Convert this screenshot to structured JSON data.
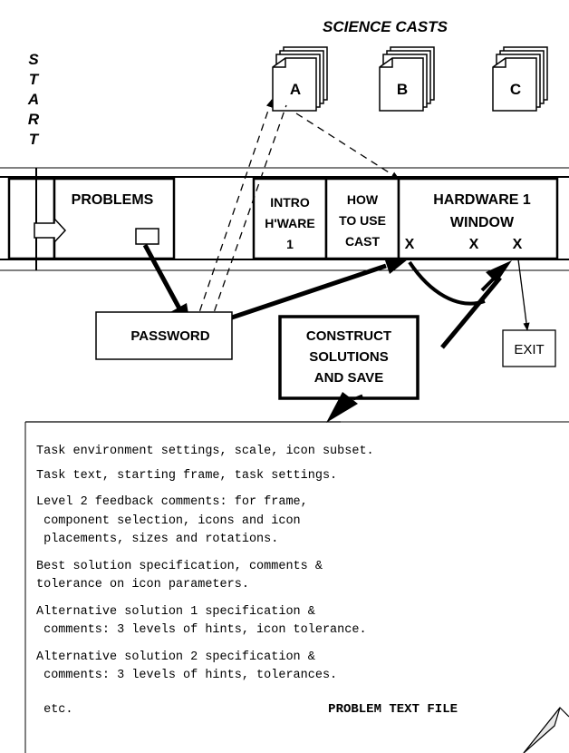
{
  "science_casts": {
    "title": "SCIENCE CASTS",
    "docs": [
      "A",
      "B",
      "C"
    ]
  },
  "start_letters": [
    "S",
    "T",
    "A",
    "R",
    "T"
  ],
  "bar": {
    "problems": "PROBLEMS",
    "intro": [
      "INTRO",
      "H'WARE",
      "1"
    ],
    "how_to": [
      "HOW",
      "TO USE",
      "CAST"
    ],
    "hardware": [
      "HARDWARE 1",
      "WINDOW"
    ],
    "x_marks": [
      "X",
      "X",
      "X"
    ]
  },
  "password": "PASSWORD",
  "construct": [
    "CONSTRUCT",
    "SOLUTIONS",
    "AND SAVE"
  ],
  "exit": "EXIT",
  "file": {
    "lines": [
      "Task environment settings, scale, icon subset.",
      "Task text, starting frame, task settings.",
      "Level 2 feedback comments: for frame,",
      " component selection, icons and icon",
      " placements, sizes and rotations.",
      "Best solution specification, comments &",
      "tolerance on icon parameters.",
      "Alternative solution 1 specification &",
      " comments: 3 levels of hints, icon tolerance.",
      "Alternative solution 2 specification &",
      " comments: 3 levels of hints, tolerances.",
      " etc."
    ],
    "label": "PROBLEM TEXT FILE"
  }
}
